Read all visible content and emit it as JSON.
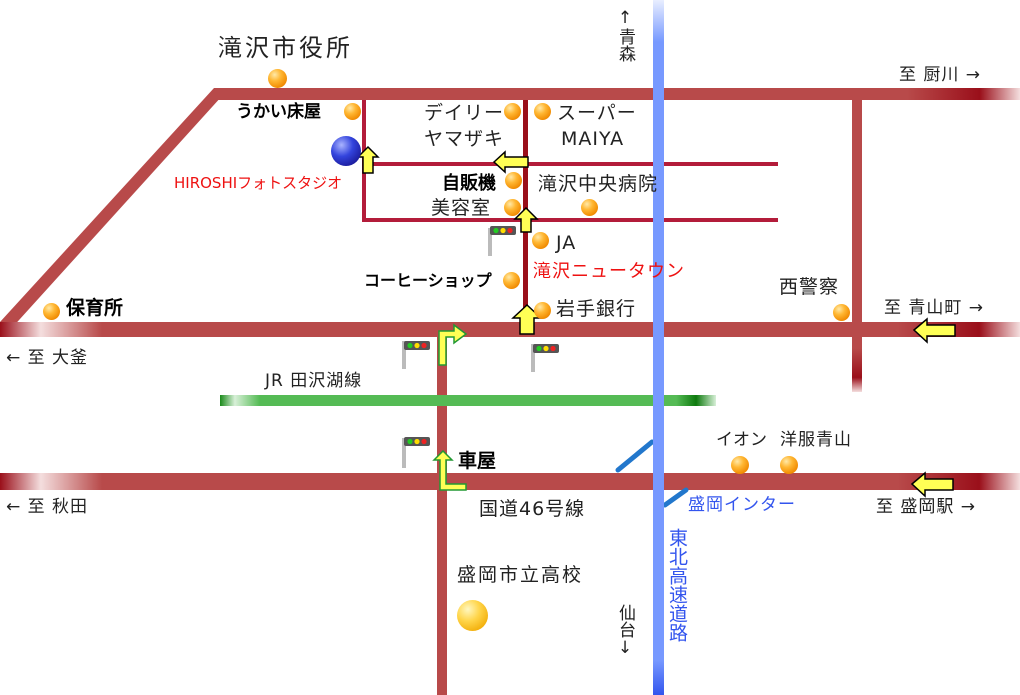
{
  "map": {
    "colors": {
      "road": "#b84a4a",
      "road_dark": "#9a0f1a",
      "expressway": "#7799ff",
      "railway": "#44bb44",
      "landmark_dot": "#ffa41f",
      "studio_dot": "#2233cc",
      "arrow": "#ffff55",
      "red_label": "#ee1111",
      "blue_label": "#3355ee"
    },
    "landmarks": {
      "city_hall": "滝沢市役所",
      "barber_ukai": "うかい床屋",
      "studio": "HIROSHIフォトスタジオ",
      "daily_yamazaki_1": "デイリー",
      "daily_yamazaki_2": "ヤマザキ",
      "super_maiya_1": "スーパー",
      "super_maiya_2": "MAIYA",
      "vending_machine": "自販機",
      "beauty_salon": "美容室",
      "hospital": "滝沢中央病院",
      "ja": "JA",
      "new_town": "滝沢ニュータウン",
      "coffee_shop": "コーヒーショップ",
      "iwate_bank": "岩手銀行",
      "police": "西警察",
      "nursery": "保育所",
      "kurumaya": "車屋",
      "aeon": "イオン",
      "yofuku_aoyama": "洋服青山",
      "high_school": "盛岡市立高校"
    },
    "roads": {
      "railway": "JR 田沢湖線",
      "route46": "国道46号線",
      "morioka_ic": "盛岡インター",
      "expressway": "東北高速道路"
    },
    "directions": {
      "aomori": "↑青森",
      "sendai": "仙台↓",
      "kuriyagawa": "至 厨川 →",
      "aoyamacho": "至 青山町 →",
      "ogama": "← 至 大釜",
      "akita": "← 至 秋田",
      "morioka_station": "至 盛岡駅 →"
    }
  }
}
